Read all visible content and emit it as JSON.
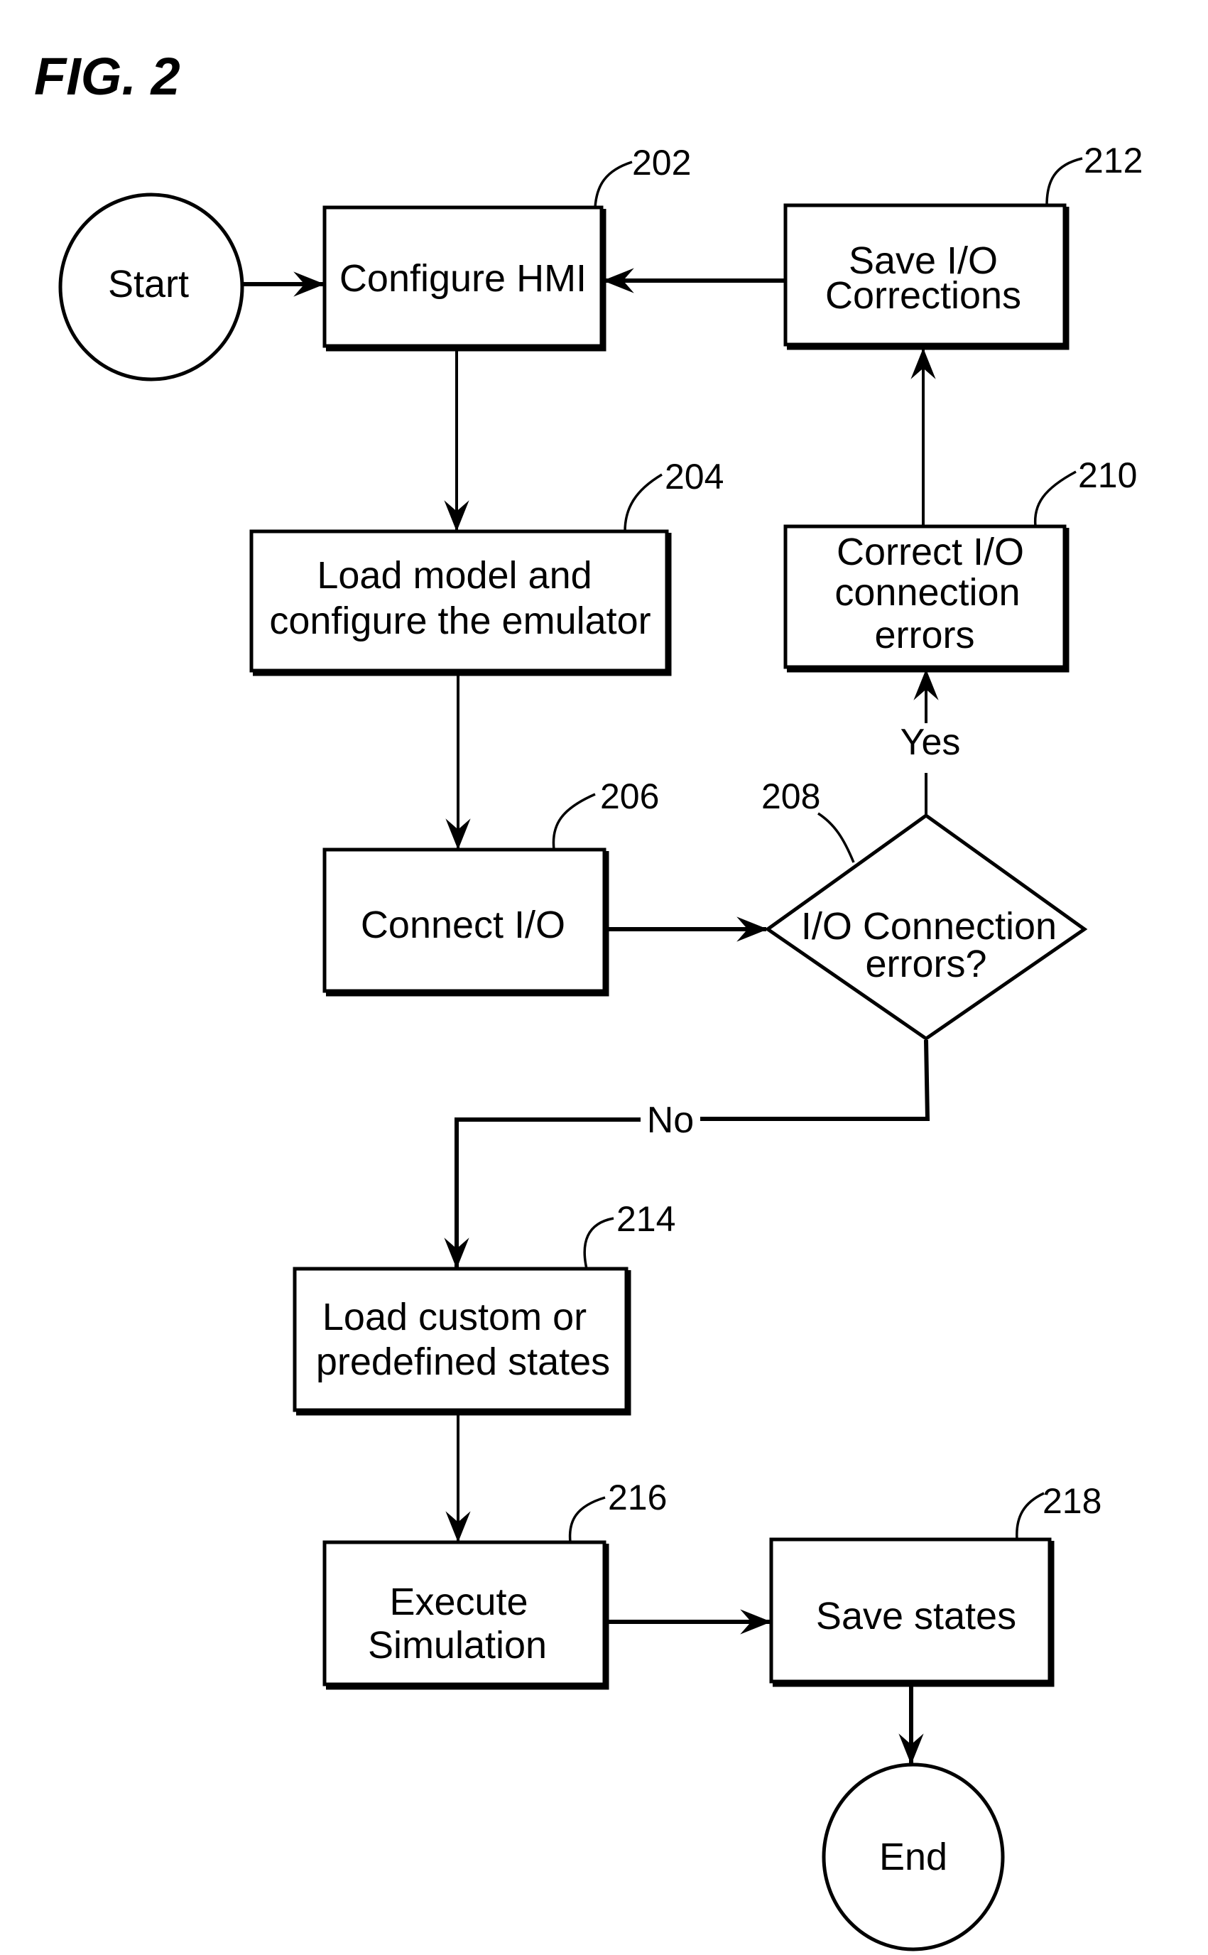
{
  "figure": {
    "title": "FIG. 2"
  },
  "nodes": {
    "start": {
      "type": "terminal",
      "label": "Start"
    },
    "n202": {
      "ref": "202",
      "type": "process",
      "lines": [
        "Configure HMI"
      ]
    },
    "n204": {
      "ref": "204",
      "type": "process",
      "lines": [
        "Load model and",
        "configure the emulator"
      ]
    },
    "n206": {
      "ref": "206",
      "type": "process",
      "lines": [
        "Connect I/O"
      ]
    },
    "n208": {
      "ref": "208",
      "type": "decision",
      "lines": [
        "I/O Connection",
        "errors?"
      ]
    },
    "n210": {
      "ref": "210",
      "type": "process",
      "lines": [
        "Correct I/O",
        "connection",
        "errors"
      ]
    },
    "n212": {
      "ref": "212",
      "type": "process",
      "lines": [
        "Save I/O",
        "Corrections"
      ]
    },
    "n214": {
      "ref": "214",
      "type": "process",
      "lines": [
        "Load custom or",
        "predefined states"
      ]
    },
    "n216": {
      "ref": "216",
      "type": "process",
      "lines": [
        "Execute",
        "Simulation"
      ]
    },
    "n218": {
      "ref": "218",
      "type": "process",
      "lines": [
        "Save states"
      ]
    },
    "end": {
      "type": "terminal",
      "label": "End"
    }
  },
  "edges": [
    {
      "from": "start",
      "to": "n202",
      "label": ""
    },
    {
      "from": "n202",
      "to": "n204",
      "label": ""
    },
    {
      "from": "n204",
      "to": "n206",
      "label": ""
    },
    {
      "from": "n206",
      "to": "n208",
      "label": ""
    },
    {
      "from": "n208",
      "to": "n210",
      "label": "Yes"
    },
    {
      "from": "n210",
      "to": "n212",
      "label": ""
    },
    {
      "from": "n212",
      "to": "n202",
      "label": ""
    },
    {
      "from": "n208",
      "to": "n214",
      "label": "No"
    },
    {
      "from": "n214",
      "to": "n216",
      "label": ""
    },
    {
      "from": "n216",
      "to": "n218",
      "label": ""
    },
    {
      "from": "n218",
      "to": "end",
      "label": ""
    }
  ],
  "edge_labels": {
    "yes": "Yes",
    "no": "No"
  }
}
